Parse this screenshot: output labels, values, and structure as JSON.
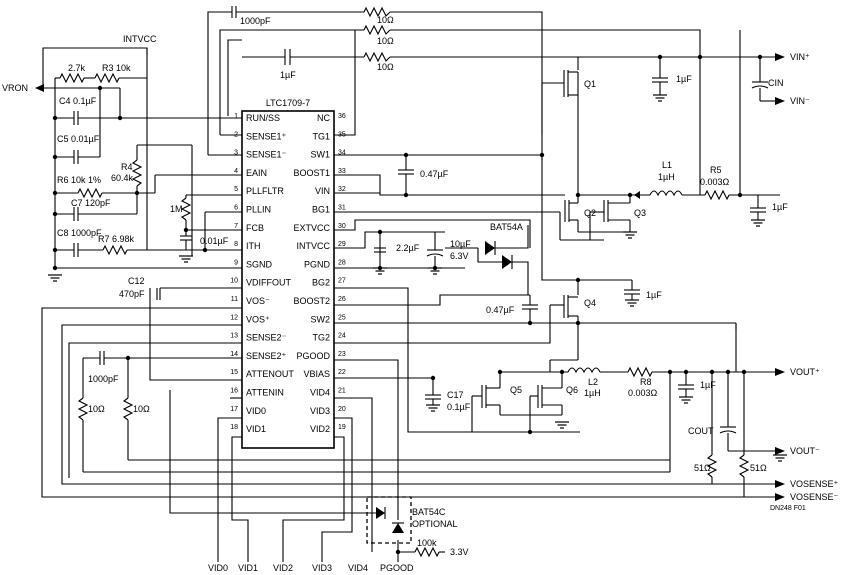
{
  "ic": {
    "name": "LTC1709-7",
    "left_pins": [
      {
        "num": "1",
        "name": "RUN/SS"
      },
      {
        "num": "2",
        "name": "SENSE1⁺"
      },
      {
        "num": "3",
        "name": "SENSE1⁻"
      },
      {
        "num": "4",
        "name": "EAIN"
      },
      {
        "num": "5",
        "name": "PLLFLTR"
      },
      {
        "num": "6",
        "name": "PLLIN"
      },
      {
        "num": "7",
        "name": "FCB"
      },
      {
        "num": "8",
        "name": "ITH"
      },
      {
        "num": "9",
        "name": "SGND"
      },
      {
        "num": "10",
        "name": "VDIFFOUT"
      },
      {
        "num": "11",
        "name": "VOS⁻"
      },
      {
        "num": "12",
        "name": "VOS⁺"
      },
      {
        "num": "13",
        "name": "SENSE2⁻"
      },
      {
        "num": "14",
        "name": "SENSE2⁺"
      },
      {
        "num": "15",
        "name": "ATTENOUT"
      },
      {
        "num": "16",
        "name": "ATTENIN"
      },
      {
        "num": "17",
        "name": "VID0"
      },
      {
        "num": "18",
        "name": "VID1"
      }
    ],
    "right_pins": [
      {
        "num": "36",
        "name": "NC"
      },
      {
        "num": "35",
        "name": "TG1"
      },
      {
        "num": "34",
        "name": "SW1"
      },
      {
        "num": "33",
        "name": "BOOST1"
      },
      {
        "num": "32",
        "name": "VIN"
      },
      {
        "num": "31",
        "name": "BG1"
      },
      {
        "num": "30",
        "name": "EXTVCC"
      },
      {
        "num": "29",
        "name": "INTVCC"
      },
      {
        "num": "28",
        "name": "PGND"
      },
      {
        "num": "27",
        "name": "BG2"
      },
      {
        "num": "26",
        "name": "BOOST2"
      },
      {
        "num": "25",
        "name": "SW2"
      },
      {
        "num": "24",
        "name": "TG2"
      },
      {
        "num": "23",
        "name": "PGOOD"
      },
      {
        "num": "22",
        "name": "VBIAS"
      },
      {
        "num": "21",
        "name": "VID4"
      },
      {
        "num": "20",
        "name": "VID3"
      },
      {
        "num": "19",
        "name": "VID2"
      }
    ]
  },
  "labels": {
    "intvcc": "INTVCC",
    "vron": "VRON",
    "r_2k7": "2.7k",
    "r3": "R3 10k",
    "c4": "C4 0.1µF",
    "c5": "C5 0.01µF",
    "r4": "R4",
    "r4_val": "60.4k",
    "r6": "R6 10k 1%",
    "c7": "C7 120pF",
    "c8": "C8 1000pF",
    "r7": "R7 6.98k",
    "r_1m": "1M",
    "c_001": "0.01µF",
    "c12": "C12",
    "c12_val": "470pF",
    "c_1000pf_top": "1000pF",
    "r_10_a": "10Ω",
    "r_10_b": "10Ω",
    "r_10_c": "10Ω",
    "c_1uf_top": "1µF",
    "vin_plus": "VIN⁺",
    "vin_minus": "VIN⁻",
    "cin": "CIN",
    "c_1uf_in": "1µF",
    "q1": "Q1",
    "q2": "Q2",
    "q3": "Q3",
    "q4": "Q4",
    "q5": "Q5",
    "q6": "Q6",
    "c_047_top": "0.47µF",
    "l1": "L1",
    "l1_val": "1µH",
    "r5": "R5",
    "r5_val": "0.003Ω",
    "c_1uf_r": "1µF",
    "bat54a": "BAT54A",
    "c_22": "2.2µF",
    "c_10": "10µF",
    "c_10v": "6.3V",
    "c_1uf_mid": "1µF",
    "c_047_mid": "0.47µF",
    "c17": "C17",
    "c17_val": "0.1µF",
    "l2": "L2",
    "l2_val": "1µH",
    "r8": "R8",
    "r8_val": "0.003Ω",
    "c_1uf_out": "1µF",
    "vout_plus": "VOUT⁺",
    "vout_minus": "VOUT⁻",
    "cout": "COUT",
    "r_51_a": "51Ω",
    "r_51_b": "51Ω",
    "vsense_plus": "VOSENSE⁺",
    "vsense_minus": "VOSENSE⁻",
    "c_1000pf_left": "1000pF",
    "r_10_left_a": "10Ω",
    "r_10_left_b": "10Ω",
    "bat54c": "BAT54C",
    "optional": "OPTIONAL",
    "r_100k": "100k",
    "v33": "3.3V",
    "vid0": "VID0",
    "vid1": "VID1",
    "vid2": "VID2",
    "vid3": "VID3",
    "vid4": "VID4",
    "pgood": "PGOOD",
    "figure_id": "DN248 F01"
  }
}
